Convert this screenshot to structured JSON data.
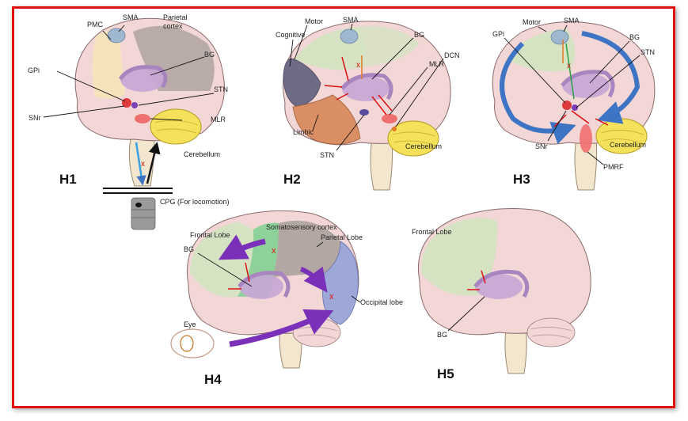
{
  "panels": {
    "h1": {
      "title": "H1",
      "labels": {
        "pmc": "PMC",
        "sma": "SMA",
        "parietal": "Parietal\ncortex",
        "gpi": "GPi",
        "bg": "BG",
        "stn": "STN",
        "snr": "SNr",
        "mlr": "MLR",
        "cerebellum": "Cerebellum",
        "cpg": "CPG (For locomotion)"
      }
    },
    "h2": {
      "title": "H2",
      "labels": {
        "motor": "Motor",
        "sma": "SMA",
        "cognitive": "Cognitive",
        "bg": "BG",
        "mlr": "MLR",
        "dcn": "DCN",
        "limbic": "Limbic",
        "stn": "STN",
        "cerebellum": "Cerebellum"
      }
    },
    "h3": {
      "title": "H3",
      "labels": {
        "motor": "Motor",
        "sma": "SMA",
        "gpi": "GPi",
        "bg": "BG",
        "stn": "STN",
        "snr": "SNr",
        "cerebellum": "Cerebellum",
        "pmrf": "PMRF"
      }
    },
    "h4": {
      "title": "H4",
      "labels": {
        "somatosensory": "Somatosensory cortex",
        "frontal": "Frontal Lobe",
        "parietal": "Parietal Lobe",
        "bg": "BG",
        "occipital": "Occipital lobe",
        "eye": "Eye"
      }
    },
    "h5": {
      "title": "H5",
      "labels": {
        "frontal": "Frontal Lobe",
        "bg": "BG"
      }
    }
  },
  "colors": {
    "frame": "#e01010",
    "brain": "#f3d6d6",
    "motor": "#d5e3c3",
    "sma": "#9fb7cf",
    "parietal": "#b3a7a3",
    "bg": "#c6a6d6",
    "cerebellum": "#f5e25a",
    "cognitive": "#6f6a86",
    "limbic": "#d98f63",
    "occipital": "#9ea8d8",
    "arrow_purple": "#7a30b8",
    "arrow_blue": "#3e74c4",
    "block": "#dd1111"
  }
}
